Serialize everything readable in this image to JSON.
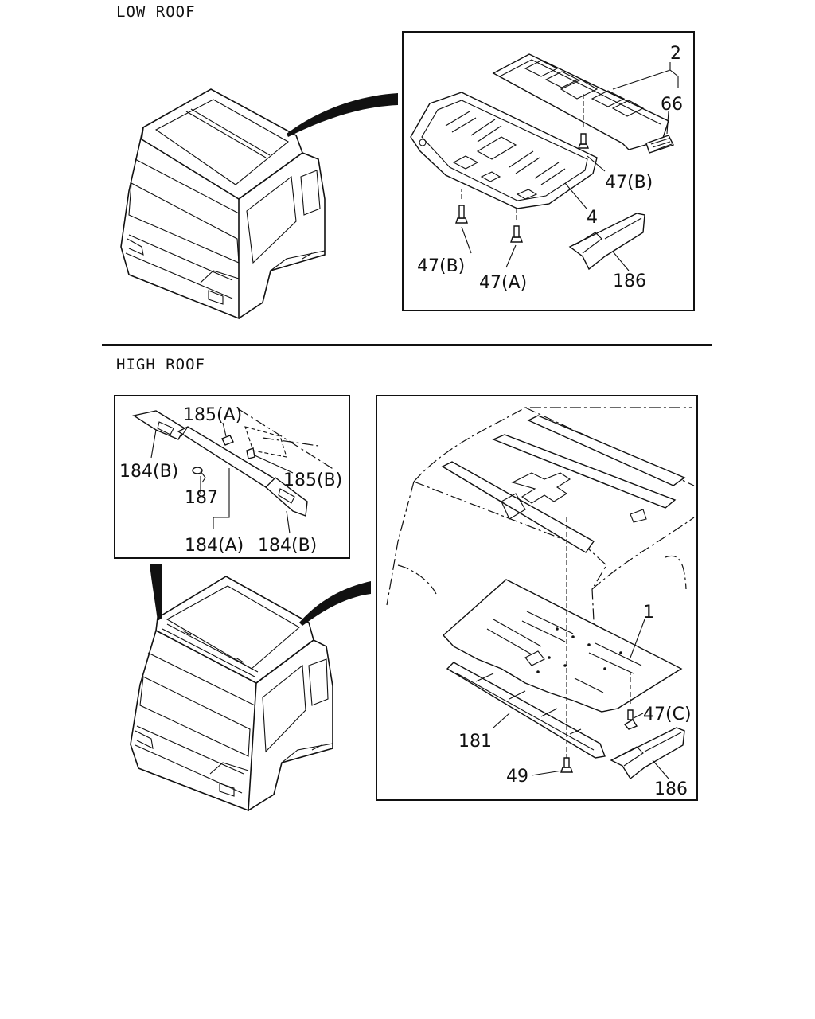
{
  "sections": {
    "low_roof_title": "LOW ROOF",
    "high_roof_title": "HIGH ROOF"
  },
  "labels": {
    "low_2": "2",
    "low_66": "66",
    "low_47b_right": "47(B)",
    "low_4": "4",
    "low_47b_left": "47(B)",
    "low_47a": "47(A)",
    "low_186": "186",
    "hi_185a": "185(A)",
    "hi_184b_left": "184(B)",
    "hi_185b": "185(B)",
    "hi_187": "187",
    "hi_184a": "184(A)",
    "hi_184b_right": "184(B)",
    "hi_1": "1",
    "hi_47c": "47(C)",
    "hi_181": "181",
    "hi_49": "49",
    "hi_186": "186"
  }
}
